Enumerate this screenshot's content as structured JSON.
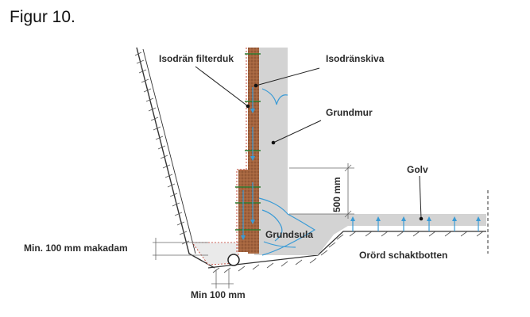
{
  "figure": {
    "title": "Figur 10."
  },
  "labels": {
    "filterduk": "Isodrän filterduk",
    "dranskiva": "Isodränskiva",
    "grundmur": "Grundmur",
    "golv": "Golv",
    "height_500": "500 mm",
    "grundsula": "Grundsula",
    "makadam": "Min. 100 mm makadam",
    "schaktbotten": "Orörd schaktbotten",
    "min100": "Min 100 mm"
  },
  "colors": {
    "concrete": "#d3d3d3",
    "drain_board": "#a4653f",
    "water_arrows": "#3a9bd6",
    "filter_fabric": "#c0392b",
    "ground_line": "#333333"
  }
}
